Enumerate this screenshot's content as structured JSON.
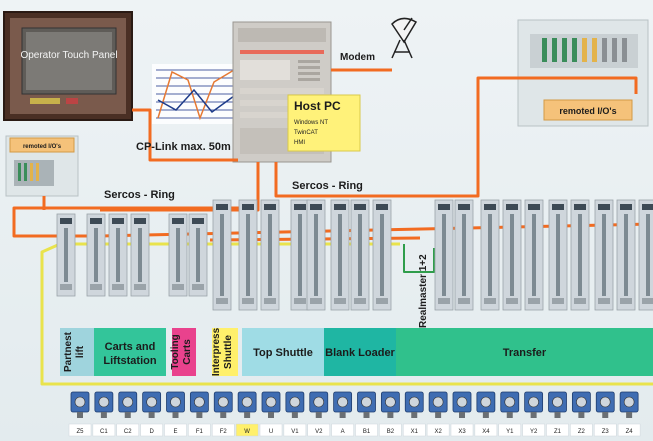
{
  "components": {
    "operator_panel": "Operator Touch Panel",
    "host_pc_title": "Host PC",
    "host_pc_items": [
      "Windows NT",
      "TwinCAT",
      "HMI"
    ],
    "modem": "Modem",
    "remote_io_right": "remoted I/O's",
    "remote_io_left": "remoted I/O's"
  },
  "connections": {
    "cp_link": "CP-Link max. 50m",
    "sercos_left": "Sercos - Ring",
    "sercos_right": "Sercos - Ring",
    "realmaster": "Realmaster 1+2"
  },
  "stations": [
    {
      "label": "Partnest lift",
      "color": "#9fd4dd",
      "vertical": true
    },
    {
      "label": "Carts and Liftstation",
      "color": "#33c59a",
      "vertical": false
    },
    {
      "label": "Tooling Carts",
      "color": "#e9428d",
      "vertical": true
    },
    {
      "label": "Interpress Shuttle",
      "color": "#fff06b",
      "vertical": true
    },
    {
      "label": "Top Shuttle",
      "color": "#9fdce5",
      "vertical": false
    },
    {
      "label": "Blank Loader",
      "color": "#1fb6a3",
      "vertical": false
    },
    {
      "label": "Transfer",
      "color": "#30c18c",
      "vertical": false
    }
  ],
  "axes": [
    "Z5",
    "C1",
    "C2",
    "D",
    "E",
    "F1",
    "F2",
    "W",
    "U",
    "V1",
    "V2",
    "A",
    "B1",
    "B2",
    "X1",
    "X2",
    "X3",
    "X4",
    "Y1",
    "Y2",
    "Z1",
    "Z2",
    "Z3",
    "Z4"
  ],
  "colors": {
    "cable_orange": "#f26b21",
    "cable_yellow": "#e9e34c",
    "drive_body": "#cfd6dc",
    "host_pc_label_bg": "#fff27a"
  }
}
